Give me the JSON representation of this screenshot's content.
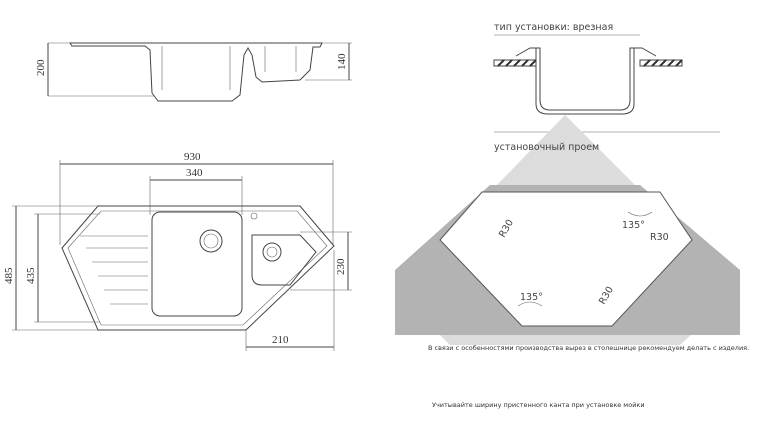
{
  "side_view": {
    "height_total": "200",
    "height_small_bowl": "140"
  },
  "top_view": {
    "width_total": "930",
    "width_main_bowl": "340",
    "depth_total": "485",
    "depth_inner": "435",
    "depth_small_bowl": "230",
    "width_small_bowl": "210"
  },
  "install": {
    "type_label": "тип установки: врезная",
    "opening_label": "установочный проем",
    "radius_1": "R30",
    "radius_2": "R30",
    "radius_3": "R30",
    "angle_1": "135°",
    "angle_2": "135°",
    "note_cutout": "В связи с особенностями производства вырез в столешнице рекомендуем делать с изделия.",
    "note_edge": "Учитывайте ширину пристенного канта при установке мойки"
  },
  "colors": {
    "gray_dark": "#b3b3b3",
    "gray_light": "#dcdcdc",
    "line": "#444444"
  }
}
